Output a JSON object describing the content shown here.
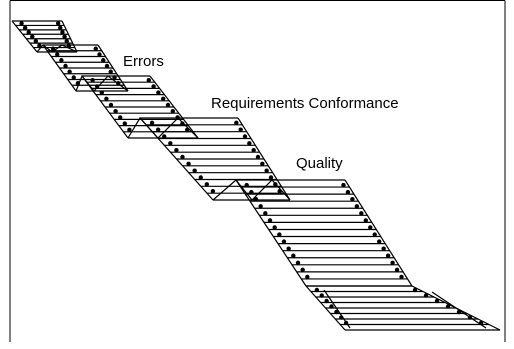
{
  "labels": {
    "errors": "Errors",
    "requirements": "Requirements Conformance",
    "quality": "Quality"
  },
  "diagram": {
    "kind": "stepped-paper-tape",
    "color": "#000000",
    "background": "#ffffff"
  }
}
